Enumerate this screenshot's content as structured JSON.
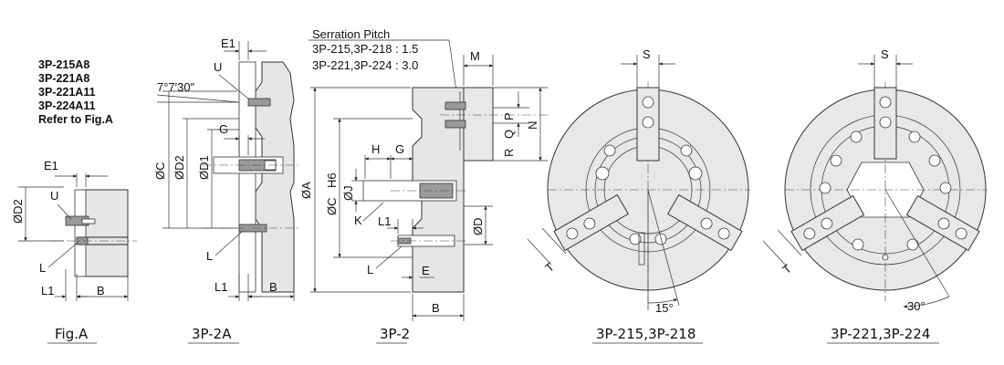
{
  "fig_a": {
    "models": [
      "3P-215A8",
      "3P-221A8",
      "3P-221A11",
      "3P-224A11"
    ],
    "refer": "Refer to Fig.A",
    "labels": {
      "e1": "E1",
      "d2": "ØD2",
      "u": "U",
      "l": "L",
      "l1": "L1",
      "b": "B"
    },
    "caption": "Fig.A"
  },
  "view_2a": {
    "labels": {
      "e1": "E1",
      "u": "U",
      "angle": "7°7′30″",
      "c": "ØC",
      "d2": "ØD2",
      "d1": "ØD1",
      "g": "G",
      "l": "L",
      "l1": "L1",
      "b": "B"
    },
    "caption": "3P-2A"
  },
  "view_2": {
    "serration_title": "Serration Pitch",
    "serration_lines": [
      "3P-215,3P-218 : 1.5",
      "3P-221,3P-224 : 3.0"
    ],
    "labels": {
      "m": "M",
      "p": "P",
      "q": "Q",
      "r": "R",
      "n": "N",
      "a": "ØA",
      "c": "ØC",
      "h6": "H6",
      "j": "ØJ",
      "h": "H",
      "g": "G",
      "k": "K",
      "l1": "L1",
      "l": "L",
      "e": "E",
      "d": "ØD",
      "b": "B"
    },
    "caption": "3P-2"
  },
  "front_1": {
    "labels": {
      "s": "S",
      "t": "T",
      "angle": "15°"
    },
    "caption": "3P-215,3P-218"
  },
  "front_2": {
    "labels": {
      "s": "S",
      "t": "T",
      "angle": "30°"
    },
    "caption": "3P-221,3P-224"
  }
}
